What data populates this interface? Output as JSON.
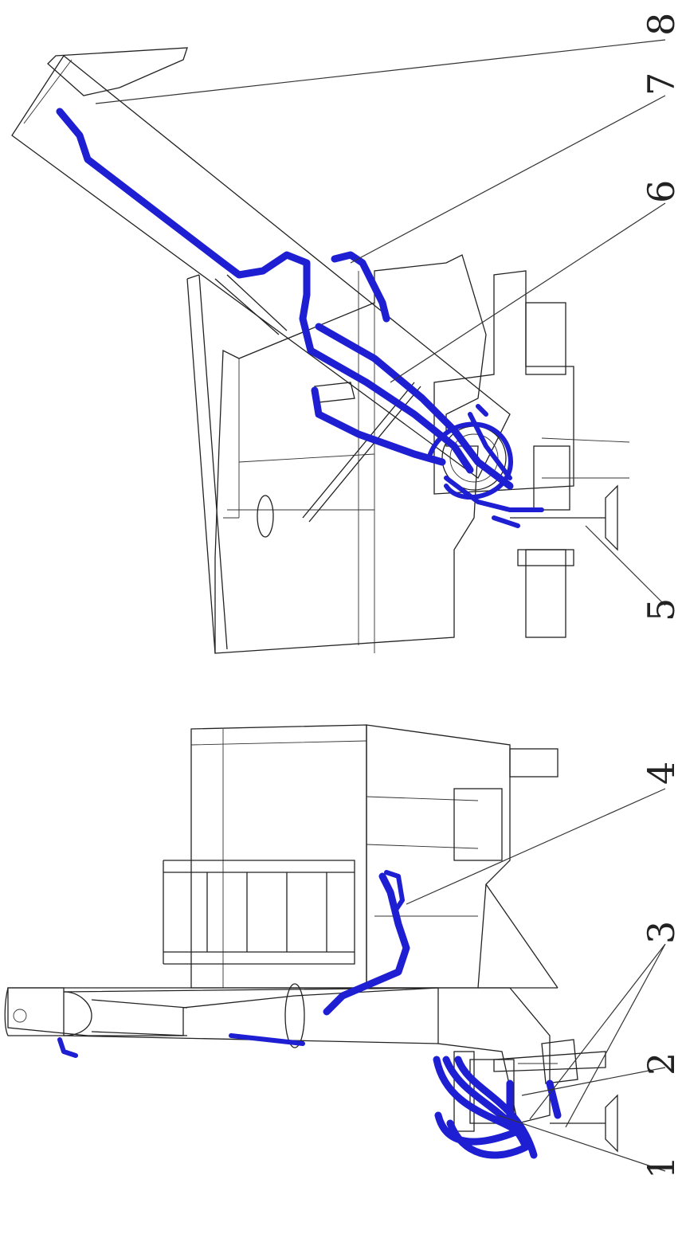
{
  "colors": {
    "hose": "#1e1ed2",
    "outline": "#222222",
    "background": "#ffffff"
  },
  "labels": [
    {
      "id": "1",
      "text": "1"
    },
    {
      "id": "2",
      "text": "2"
    },
    {
      "id": "3",
      "text": "3"
    },
    {
      "id": "4",
      "text": "4"
    },
    {
      "id": "5",
      "text": "5"
    },
    {
      "id": "6",
      "text": "6"
    },
    {
      "id": "7",
      "text": "7"
    },
    {
      "id": "8",
      "text": "8"
    }
  ]
}
